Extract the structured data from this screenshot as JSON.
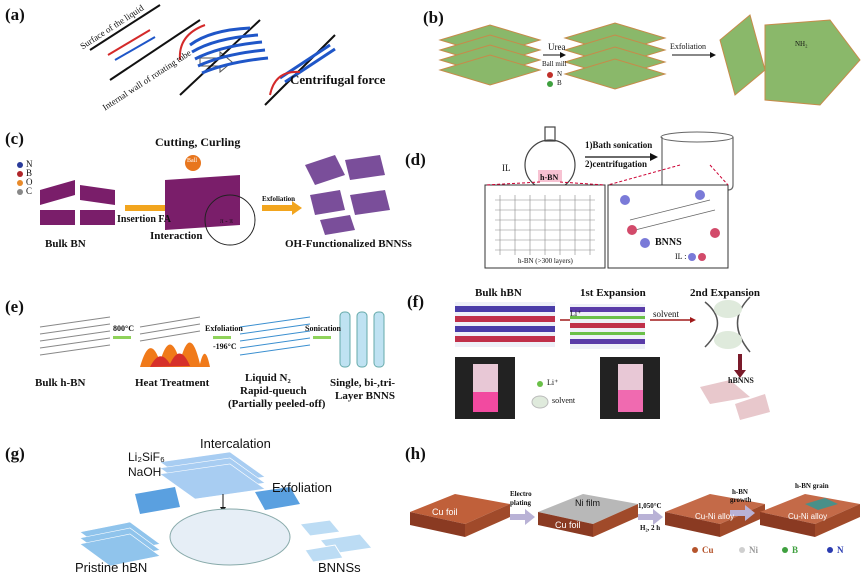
{
  "panels": {
    "a": {
      "label": "(a)",
      "surface": "Surface of the liquid",
      "wall": "Internal wall of rotating tube",
      "force": "Centrifugal force"
    },
    "b": {
      "label": "(b)",
      "urea": "Urea",
      "ballmill": "Ball mill",
      "exfoliation": "Exfoliation",
      "legend_n": "N",
      "legend_b": "B",
      "nh2": "NH₂"
    },
    "c": {
      "label": "(c)",
      "cutting": "Cutting, Curling",
      "ball": "Ball",
      "insertion": "Insertion FA",
      "interaction": "Interaction",
      "exfoliation": "Exfoliation",
      "bulk": "Bulk BN",
      "product": "OH-Functionalized BNNSs",
      "legend": [
        "N",
        "B",
        "O",
        "C"
      ],
      "pipi": "π - π"
    },
    "d": {
      "label": "(d)",
      "step1": "1)Bath sonication",
      "step2": "2)centrifugation",
      "il": "IL",
      "hbn": "h-BN",
      "hbn_layers": "h-BN (>300 layers)",
      "bnns": "BNNS",
      "il_legend": "IL :"
    },
    "e": {
      "label": "(e)",
      "temp": "800°C",
      "exfoliation": "Exfoliation",
      "cold": "-196°C",
      "sonication": "Sonication",
      "bulk": "Bulk h-BN",
      "heat": "Heat Treatment",
      "liquid1": "Liquid N₂",
      "liquid2": "Rapid-queuch",
      "liquid3": "(Partially peeled-off)",
      "product1": "Single, bi-,tri-",
      "product2": "Layer BNNS"
    },
    "f": {
      "label": "(f)",
      "bulk": "Bulk hBN",
      "exp1": "1st Expansion",
      "exp2": "2nd Expansion",
      "li": "Li⁺",
      "solvent": "solvent",
      "li_legend": "Li⁺",
      "solvent_legend": "solvent",
      "product": "hBNNS"
    },
    "g": {
      "label": "(g)",
      "reagent1": "Li₂SiF₆",
      "reagent2": "NaOH",
      "intercalation": "Intercalation",
      "exfoliation": "Exfoliation",
      "pristine": "Pristine hBN",
      "product": "BNNSs"
    },
    "h": {
      "label": "(h)",
      "cufoil1": "Cu foil",
      "electro1": "Electro",
      "electro2": "plating",
      "nifilm": "Ni film",
      "cufoil2": "Cu foil",
      "temp": "1,050°C",
      "cond": "H₂, 2 h",
      "alloy1": "Cu-Ni alloy",
      "growth1": "h-BN",
      "growth2": "growth",
      "grain": "h-BN grain",
      "alloy2": "Cu-Ni alloy",
      "legend": [
        "Cu",
        "Ni",
        "B",
        "N"
      ]
    }
  },
  "colors": {
    "accent_arrow": "#b9b2d6",
    "blue": "#1f56c8",
    "red": "#d42a2a",
    "cu": "#b5542c",
    "green": "#7fbf3f",
    "orange": "#f0a020"
  }
}
